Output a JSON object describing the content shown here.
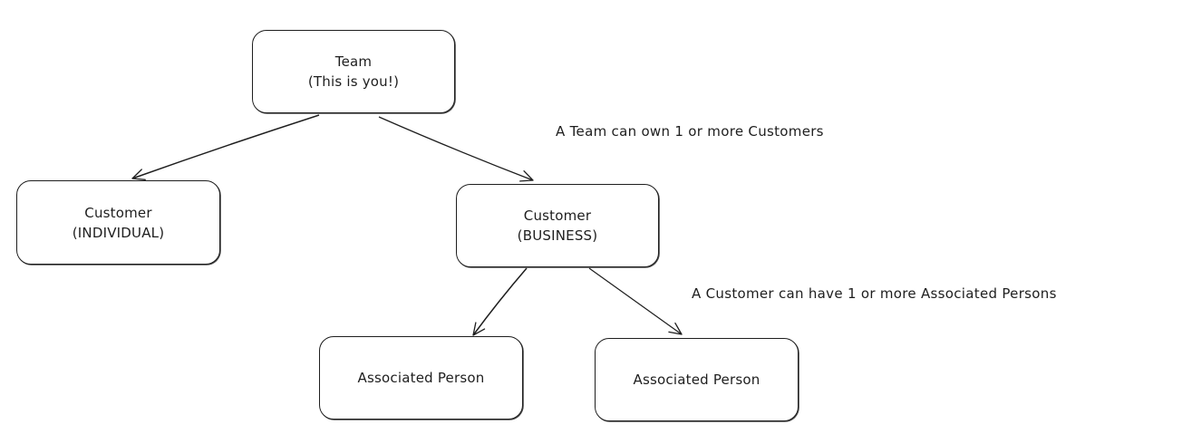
{
  "diagram": {
    "nodes": [
      {
        "id": "team",
        "lines": [
          "Team",
          "(This is you!)"
        ]
      },
      {
        "id": "customer-individual",
        "lines": [
          "Customer",
          "(INDIVIDUAL)"
        ]
      },
      {
        "id": "customer-business",
        "lines": [
          "Customer",
          "(BUSINESS)"
        ]
      },
      {
        "id": "associated-person-1",
        "lines": [
          "Associated Person"
        ]
      },
      {
        "id": "associated-person-2",
        "lines": [
          "Associated Person"
        ]
      }
    ],
    "edges": [
      {
        "from": "team",
        "to": "customer-individual",
        "type": "arrow"
      },
      {
        "from": "team",
        "to": "customer-business",
        "type": "arrow"
      },
      {
        "from": "customer-business",
        "to": "associated-person-1",
        "type": "arrow"
      },
      {
        "from": "customer-business",
        "to": "associated-person-2",
        "type": "arrow"
      }
    ],
    "annotations": [
      {
        "id": "team-customers-note",
        "text": "A Team can own 1 or more Customers"
      },
      {
        "id": "customer-persons-note",
        "text": "A Customer can have 1 or more Associated Persons"
      }
    ],
    "stroke_color": "#1e1e1e",
    "background_color": "#ffffff"
  }
}
